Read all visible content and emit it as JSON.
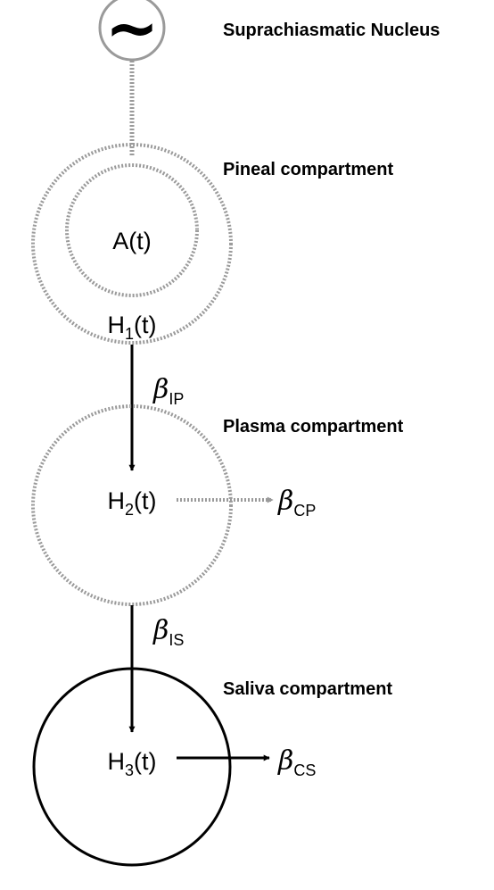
{
  "scn": {
    "symbol": "~",
    "label": "Suprachiasmatic Nucleus"
  },
  "pineal": {
    "label": "Pineal compartment",
    "inner_var": "A(t)",
    "outer_var": "H",
    "outer_sub": "1",
    "outer_arg": "(t)"
  },
  "plasma": {
    "label": "Plasma compartment",
    "var": "H",
    "sub": "2",
    "arg": "(t)"
  },
  "saliva": {
    "label": "Saliva compartment",
    "var": "H",
    "sub": "3",
    "arg": "(t)"
  },
  "rates": {
    "beta_symbol": "β",
    "ip": "IP",
    "cp": "CP",
    "is": "IS",
    "cs": "CS"
  },
  "colors": {
    "dotted": "#9a9a9a",
    "solid": "#000000"
  }
}
